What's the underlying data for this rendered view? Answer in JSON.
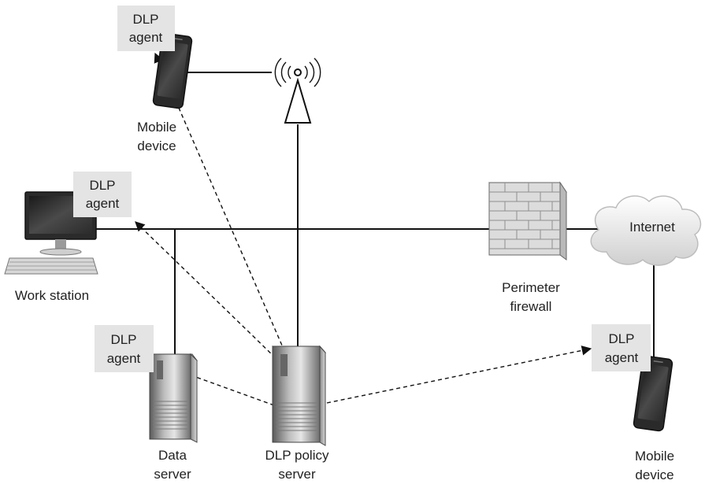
{
  "agents": {
    "top": [
      "DLP",
      "agent"
    ],
    "workstation": [
      "DLP",
      "agent"
    ],
    "data_server": [
      "DLP",
      "agent"
    ],
    "right": [
      "DLP",
      "agent"
    ]
  },
  "labels": {
    "mobile_top": [
      "Mobile",
      "device"
    ],
    "workstation": "Work station",
    "firewall": [
      "Perimeter",
      "firewall"
    ],
    "internet": "Internet",
    "data_server": [
      "Data",
      "server"
    ],
    "policy_server": [
      "DLP policy",
      "server"
    ],
    "mobile_right": [
      "Mobile",
      "device"
    ]
  }
}
